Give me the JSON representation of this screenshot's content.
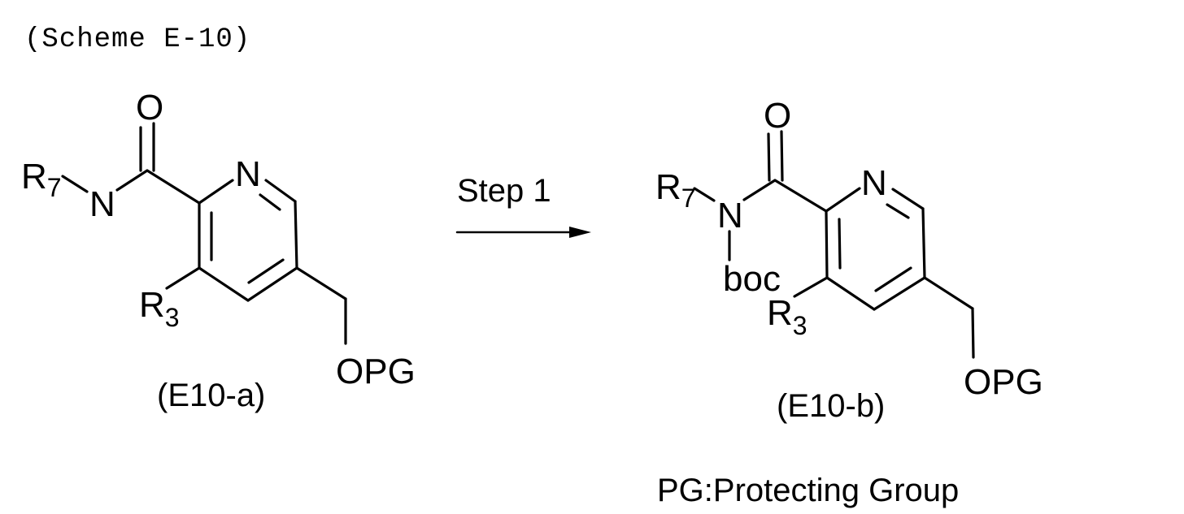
{
  "scheme": {
    "title": "(Scheme E-10)",
    "footnote": "PG:Protecting Group"
  },
  "reaction": {
    "step_label": "Step 1",
    "arrow": "right-arrow"
  },
  "reactant": {
    "label": "(E10-a)",
    "atoms": {
      "carbonyl_o": "O",
      "amide_n": "N",
      "ring_n": "N",
      "r7": "R",
      "r7_sub": "7",
      "r3": "R",
      "r3_sub": "3",
      "opg": "OPG"
    }
  },
  "product": {
    "label": "(E10-b)",
    "atoms": {
      "carbonyl_o": "O",
      "amide_n": "N",
      "ring_n": "N",
      "r7": "R",
      "r7_sub": "7",
      "boc": "boc",
      "r3": "R",
      "r3_sub": "3",
      "opg": "OPG"
    }
  }
}
